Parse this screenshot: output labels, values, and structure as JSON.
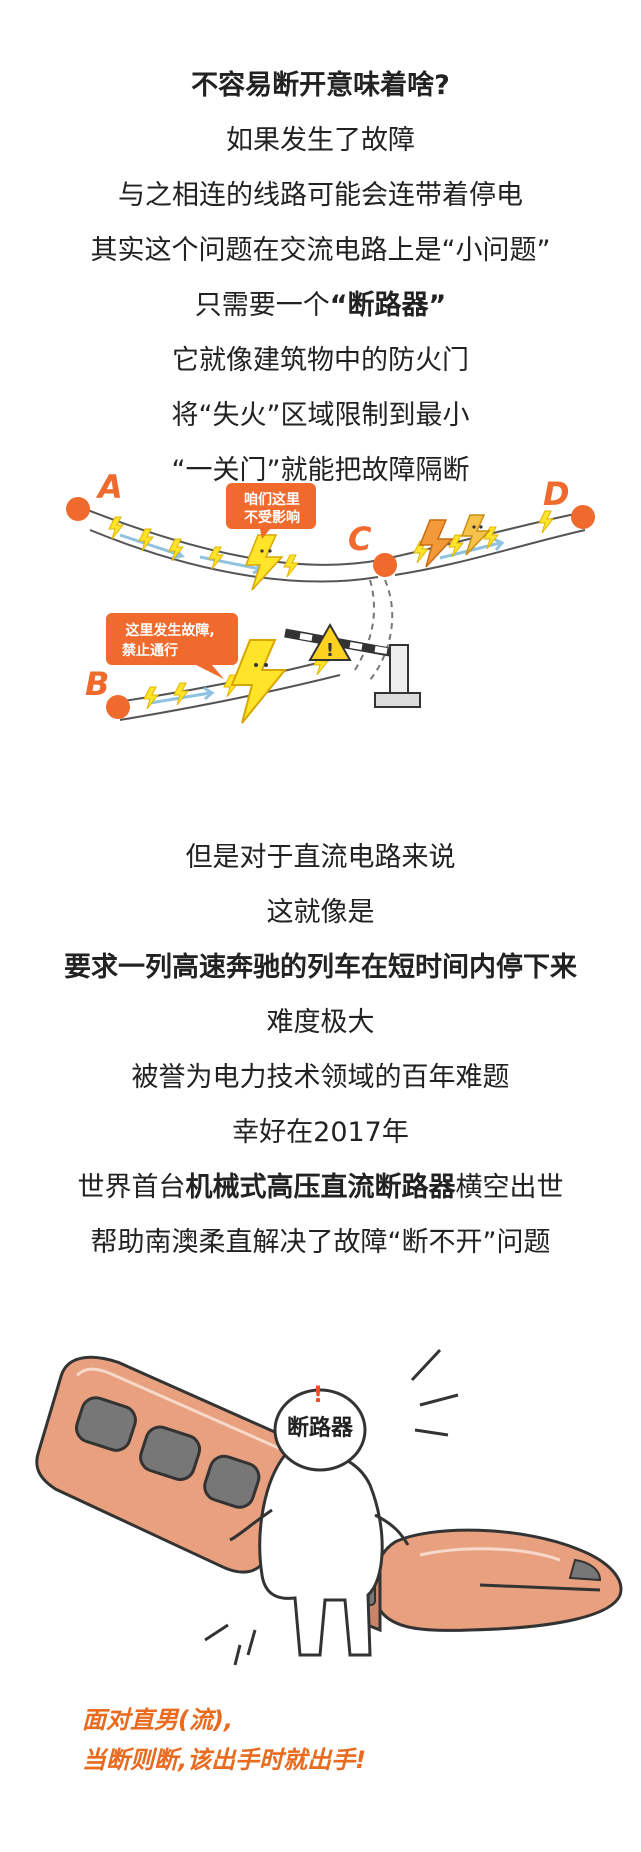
{
  "section1": {
    "title": "不容易断开意味着啥?",
    "line1": "如果发生了故障",
    "line2": "与之相连的线路可能会连带着停电",
    "line3": "其实这个问题在交流电路上是“小问题”",
    "line4_pre": "只需要一个",
    "line4_bold": "“断路器”",
    "line5": "它就像建筑物中的防火门",
    "line6": "将“失火”区域限制到最小",
    "line7": "“一关门”就能把故障隔断"
  },
  "illustration1": {
    "node_a": "A",
    "node_b": "B",
    "node_c": "C",
    "node_d": "D",
    "bubble_top_line1": "咱们这里",
    "bubble_top_line2": "不受影响",
    "bubble_left_line1": "这里发生故障,",
    "bubble_left_line2": "禁止通行",
    "colors": {
      "node": "#ef6a2c",
      "bolt": "#ffe42a",
      "arrow": "#8fc3e0",
      "bubble": "#ef6a2c"
    }
  },
  "section2": {
    "line1": "但是对于直流电路来说",
    "line2": "这就像是",
    "line3": "要求一列高速奔驰的列车在短时间内停下来",
    "line4": "难度极大",
    "line5": "被誉为电力技术领域的百年难题",
    "line6": "幸好在2017年",
    "line7_pre": "世界首台",
    "line7_bold": "机械式高压直流断路器",
    "line7_post": "横空出世",
    "line8": "帮助南澳柔直解决了故障“断不开”问题"
  },
  "illustration2": {
    "helmet_text": "断路器",
    "helmet_mark": "!",
    "caption_line1": "面对直男(流),",
    "caption_line2": "当断则断,该出手时就出手!",
    "colors": {
      "train": "#e8a07e",
      "caption": "#e86b1f"
    }
  }
}
